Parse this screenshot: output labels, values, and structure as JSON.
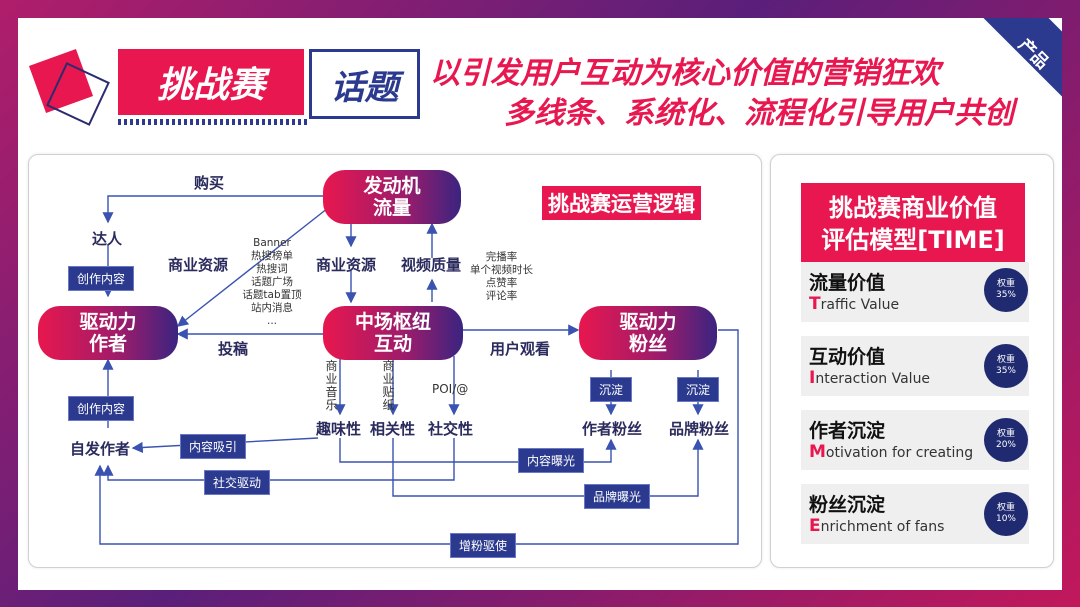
{
  "header": {
    "corner_tag": "产品",
    "title_main": "挑战赛",
    "title_sub": "话题",
    "tagline_1": "以引发用户互动为核心价值的营销狂欢",
    "tagline_2": "多线条、系统化、流程化引导用户共创"
  },
  "diagram": {
    "section_tag": "挑战赛运营逻辑",
    "nodes": {
      "engine": "发动机\n流量",
      "driver_author": "驱动力\n作者",
      "hub": "中场枢纽\n互动",
      "driver_fans": "驱动力\n粉丝"
    },
    "labels": {
      "buy": "购买",
      "daren": "达人",
      "biz_res_left": "商业资源",
      "biz_res_center": "商业资源",
      "video_quality": "视频质量",
      "submit": "投稿",
      "user_watch": "用户观看",
      "self_author": "自发作者",
      "fun": "趣味性",
      "relevance": "相关性",
      "social": "社交性",
      "author_fans": "作者粉丝",
      "brand_fans": "品牌粉丝",
      "poi": "POI/@"
    },
    "resource_list": [
      "Banner",
      "热搜榜单",
      "热搜词",
      "话题广场",
      "话题tab置顶",
      "站内消息",
      "..."
    ],
    "quality_list": [
      "完播率",
      "单个视频时长",
      "点赞率",
      "评论率"
    ],
    "vertical": {
      "music": "商业音乐",
      "sticker": "商业贴纸"
    },
    "chips": {
      "create_top": "创作内容",
      "create_bottom": "创作内容",
      "content_attract": "内容吸引",
      "social_drive": "社交驱动",
      "content_exposure": "内容曝光",
      "brand_exposure": "品牌曝光",
      "grow_fans": "增粉驱使",
      "settle_1": "沉淀",
      "settle_2": "沉淀"
    },
    "colors": {
      "accent": "#e8174f",
      "navy": "#2b3a8e",
      "arrow": "#3a52b0"
    }
  },
  "model": {
    "title": "挑战赛商业价值\n评估模型[TIME]",
    "items": [
      {
        "zh": "流量价值",
        "initial": "T",
        "en": "raffic Value",
        "weight_label": "权重",
        "weight": "35%"
      },
      {
        "zh": "互动价值",
        "initial": "I",
        "en": "nteraction Value",
        "weight_label": "权重",
        "weight": "35%"
      },
      {
        "zh": "作者沉淀",
        "initial": "M",
        "en": "otivation for creating",
        "weight_label": "权重",
        "weight": "20%"
      },
      {
        "zh": "粉丝沉淀",
        "initial": "E",
        "en": "nrichment of fans",
        "weight_label": "权重",
        "weight": "10%"
      }
    ]
  }
}
